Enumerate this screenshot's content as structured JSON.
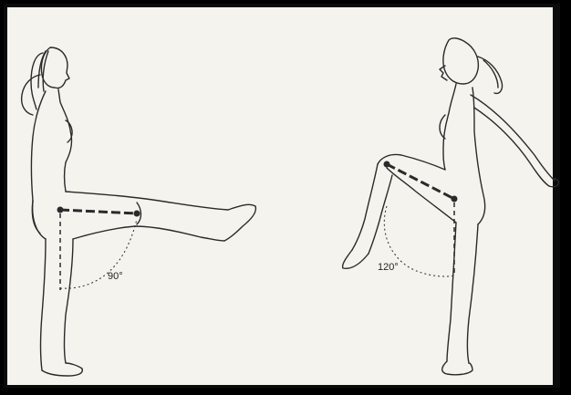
{
  "figures": [
    {
      "id": "leg-extended",
      "angle_label": "90°",
      "angle_degrees": 90
    },
    {
      "id": "knee-raised",
      "angle_label": "120°",
      "angle_degrees": 120
    }
  ],
  "colors": {
    "ink": "#2a2a2a",
    "paper": "#f5f3ee",
    "border": "#000000"
  }
}
